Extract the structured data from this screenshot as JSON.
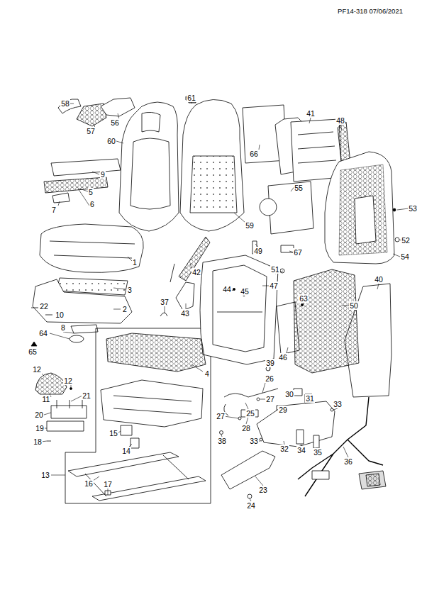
{
  "diagram": {
    "labels": [
      "PF14-318 07/06/2021",
      "58",
      "57",
      "56",
      "60",
      "61",
      "66",
      "41",
      "48",
      "9",
      "5",
      "6",
      "7",
      "55",
      "53",
      "59",
      "49",
      "67",
      "52",
      "54",
      "1",
      "42",
      "51",
      "47",
      "3",
      "44",
      "45",
      "40",
      "37",
      "43",
      "63",
      "50",
      "2",
      "22",
      "10",
      "46",
      "8",
      "64",
      "65",
      "39",
      "4",
      "12",
      "26",
      "12",
      "11",
      "21",
      "27",
      "25",
      "27",
      "30",
      "31",
      "20",
      "28",
      "29",
      "33",
      "19",
      "15",
      "18",
      "38",
      "33",
      "32",
      "34",
      "35",
      "14",
      "36",
      "13",
      "16",
      "17",
      "23",
      "24"
    ]
  }
}
